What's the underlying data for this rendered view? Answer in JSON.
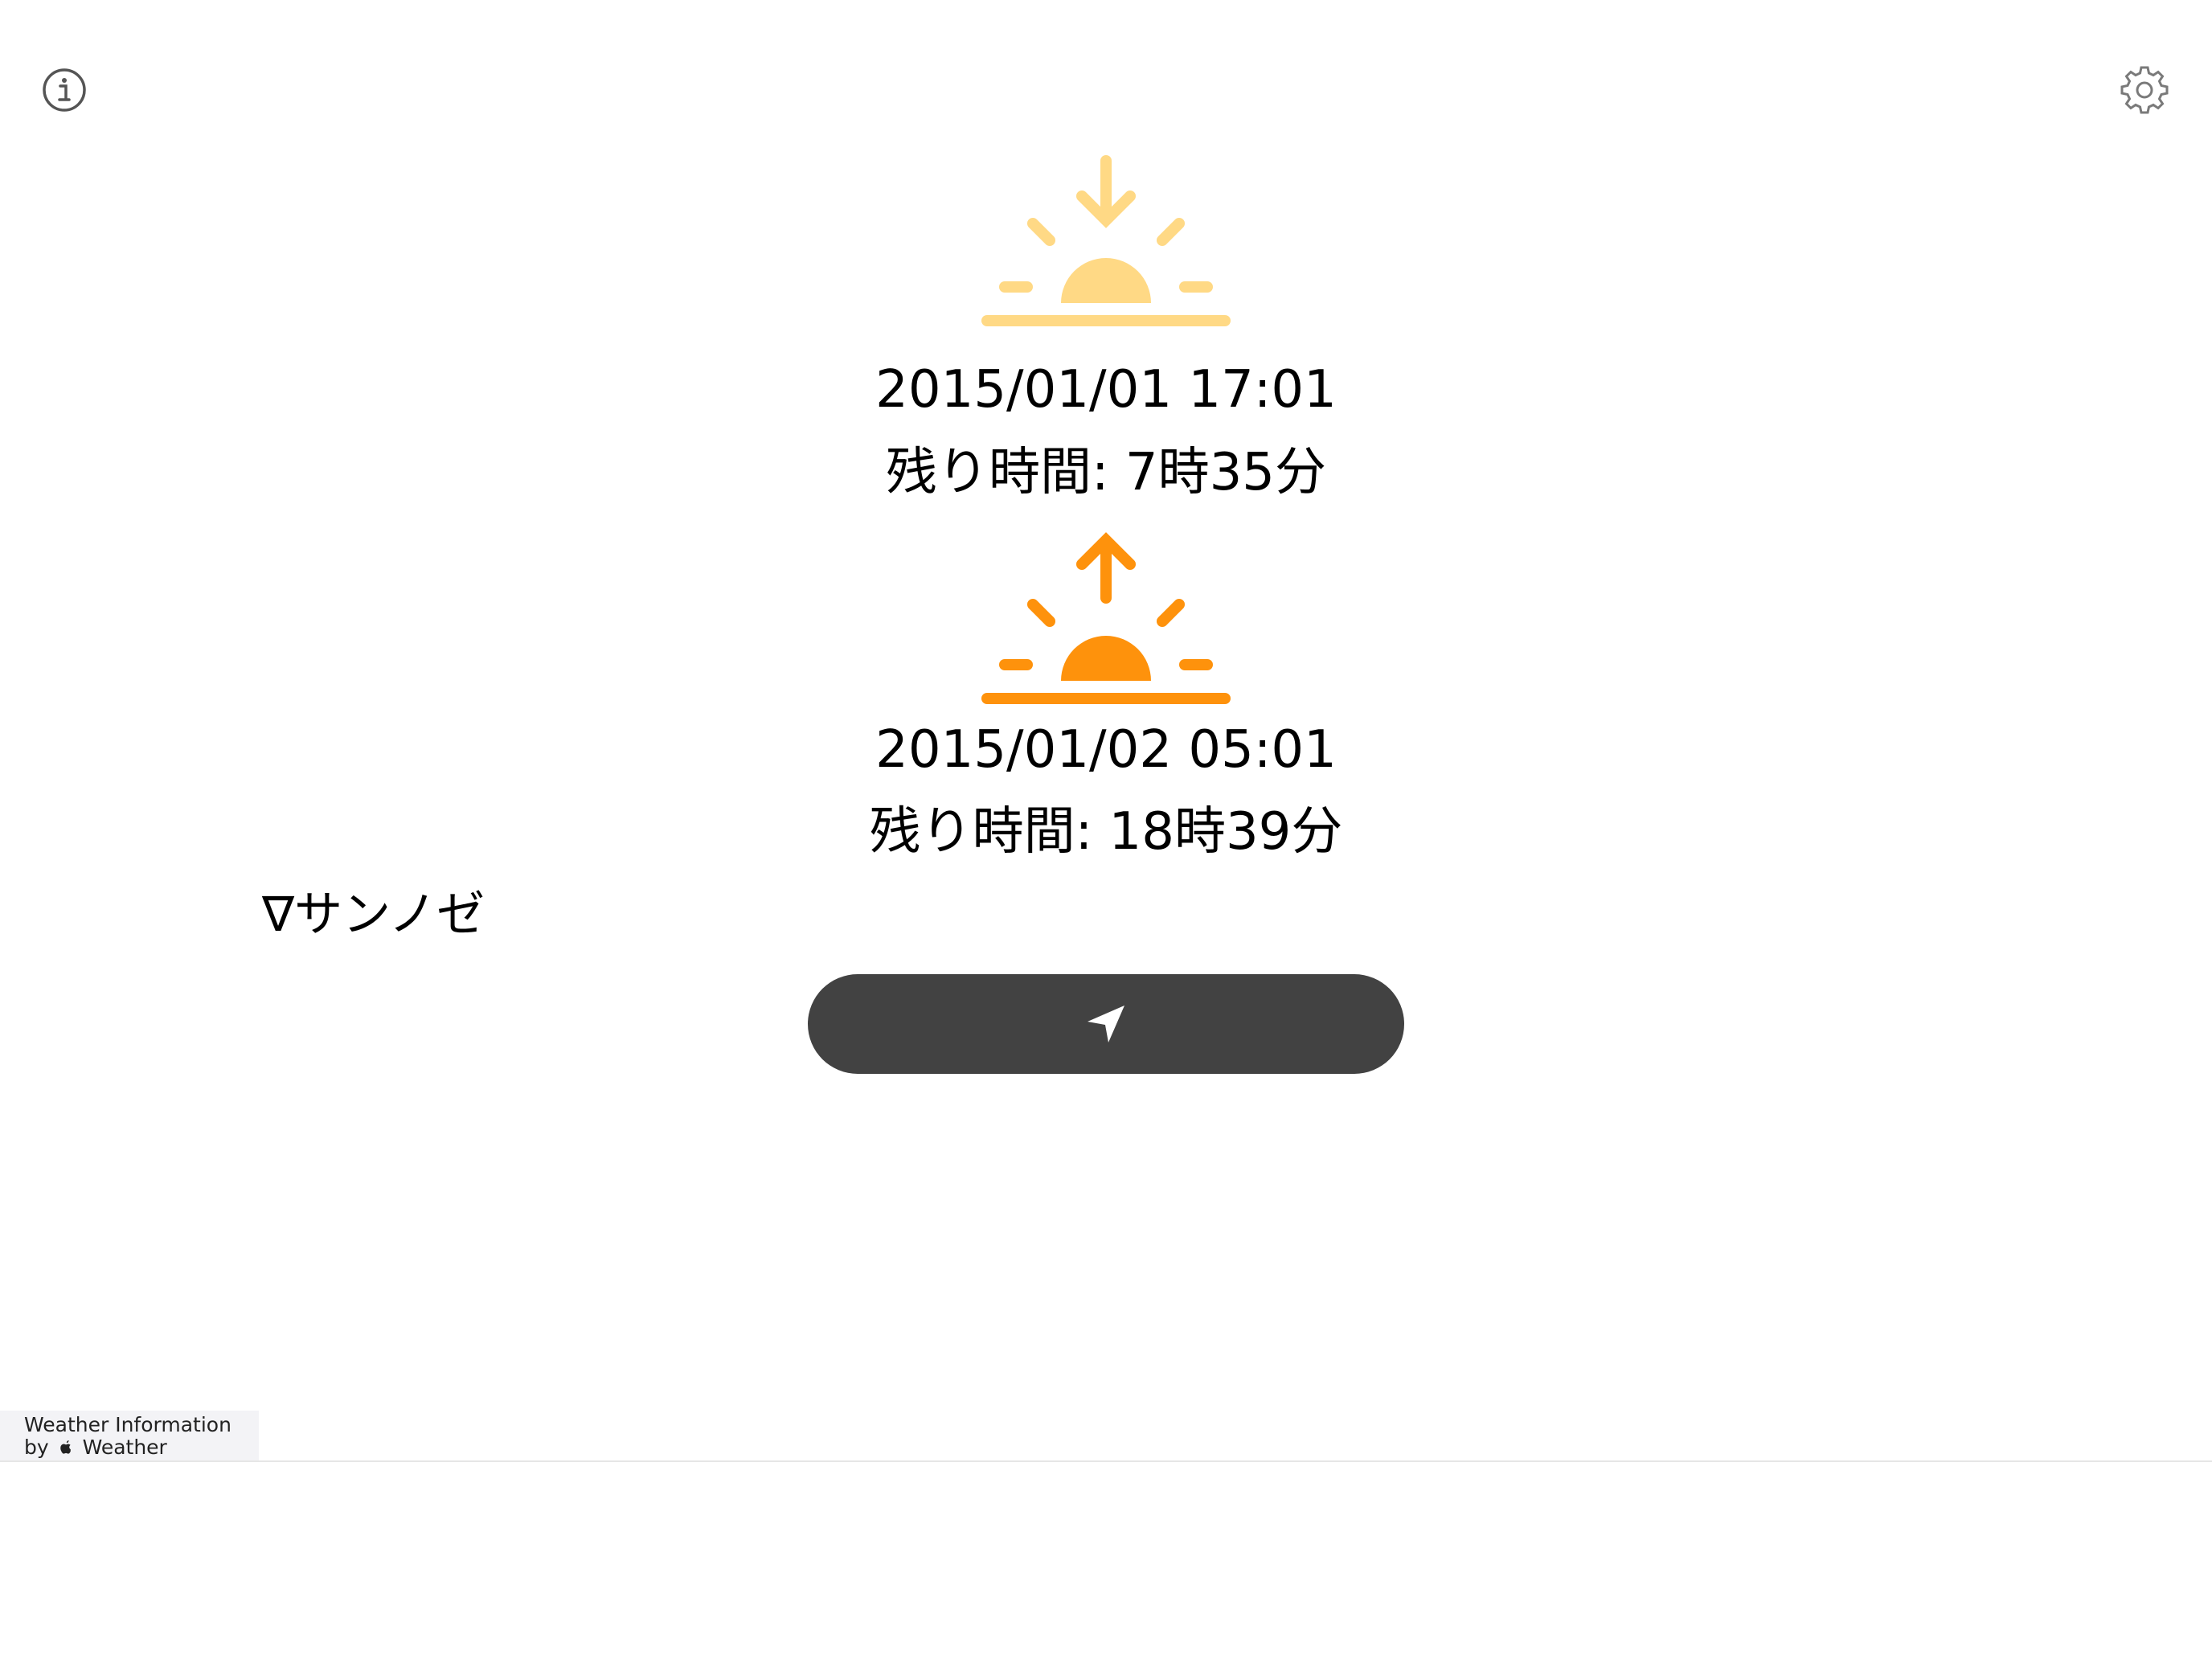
{
  "colors": {
    "sunset": "#FFD985",
    "sunrise": "#FE920C",
    "button": "#424242",
    "icon_gray": "#555555"
  },
  "icons": {
    "info": "info-circle-icon",
    "settings": "gear-icon",
    "sunset": "sunset-icon",
    "sunrise": "sunrise-icon",
    "locate": "location-arrow-icon",
    "apple": "apple-logo-icon"
  },
  "sunset": {
    "time": "2015/01/01 17:01",
    "remaining": "残り時間: 7時35分"
  },
  "sunrise": {
    "time": "2015/01/02 05:01",
    "remaining": "残り時間: 18時39分"
  },
  "location": {
    "label": "∇サンノゼ"
  },
  "attribution": {
    "line1": "Weather Information",
    "by": "by",
    "brand": "Weather"
  }
}
